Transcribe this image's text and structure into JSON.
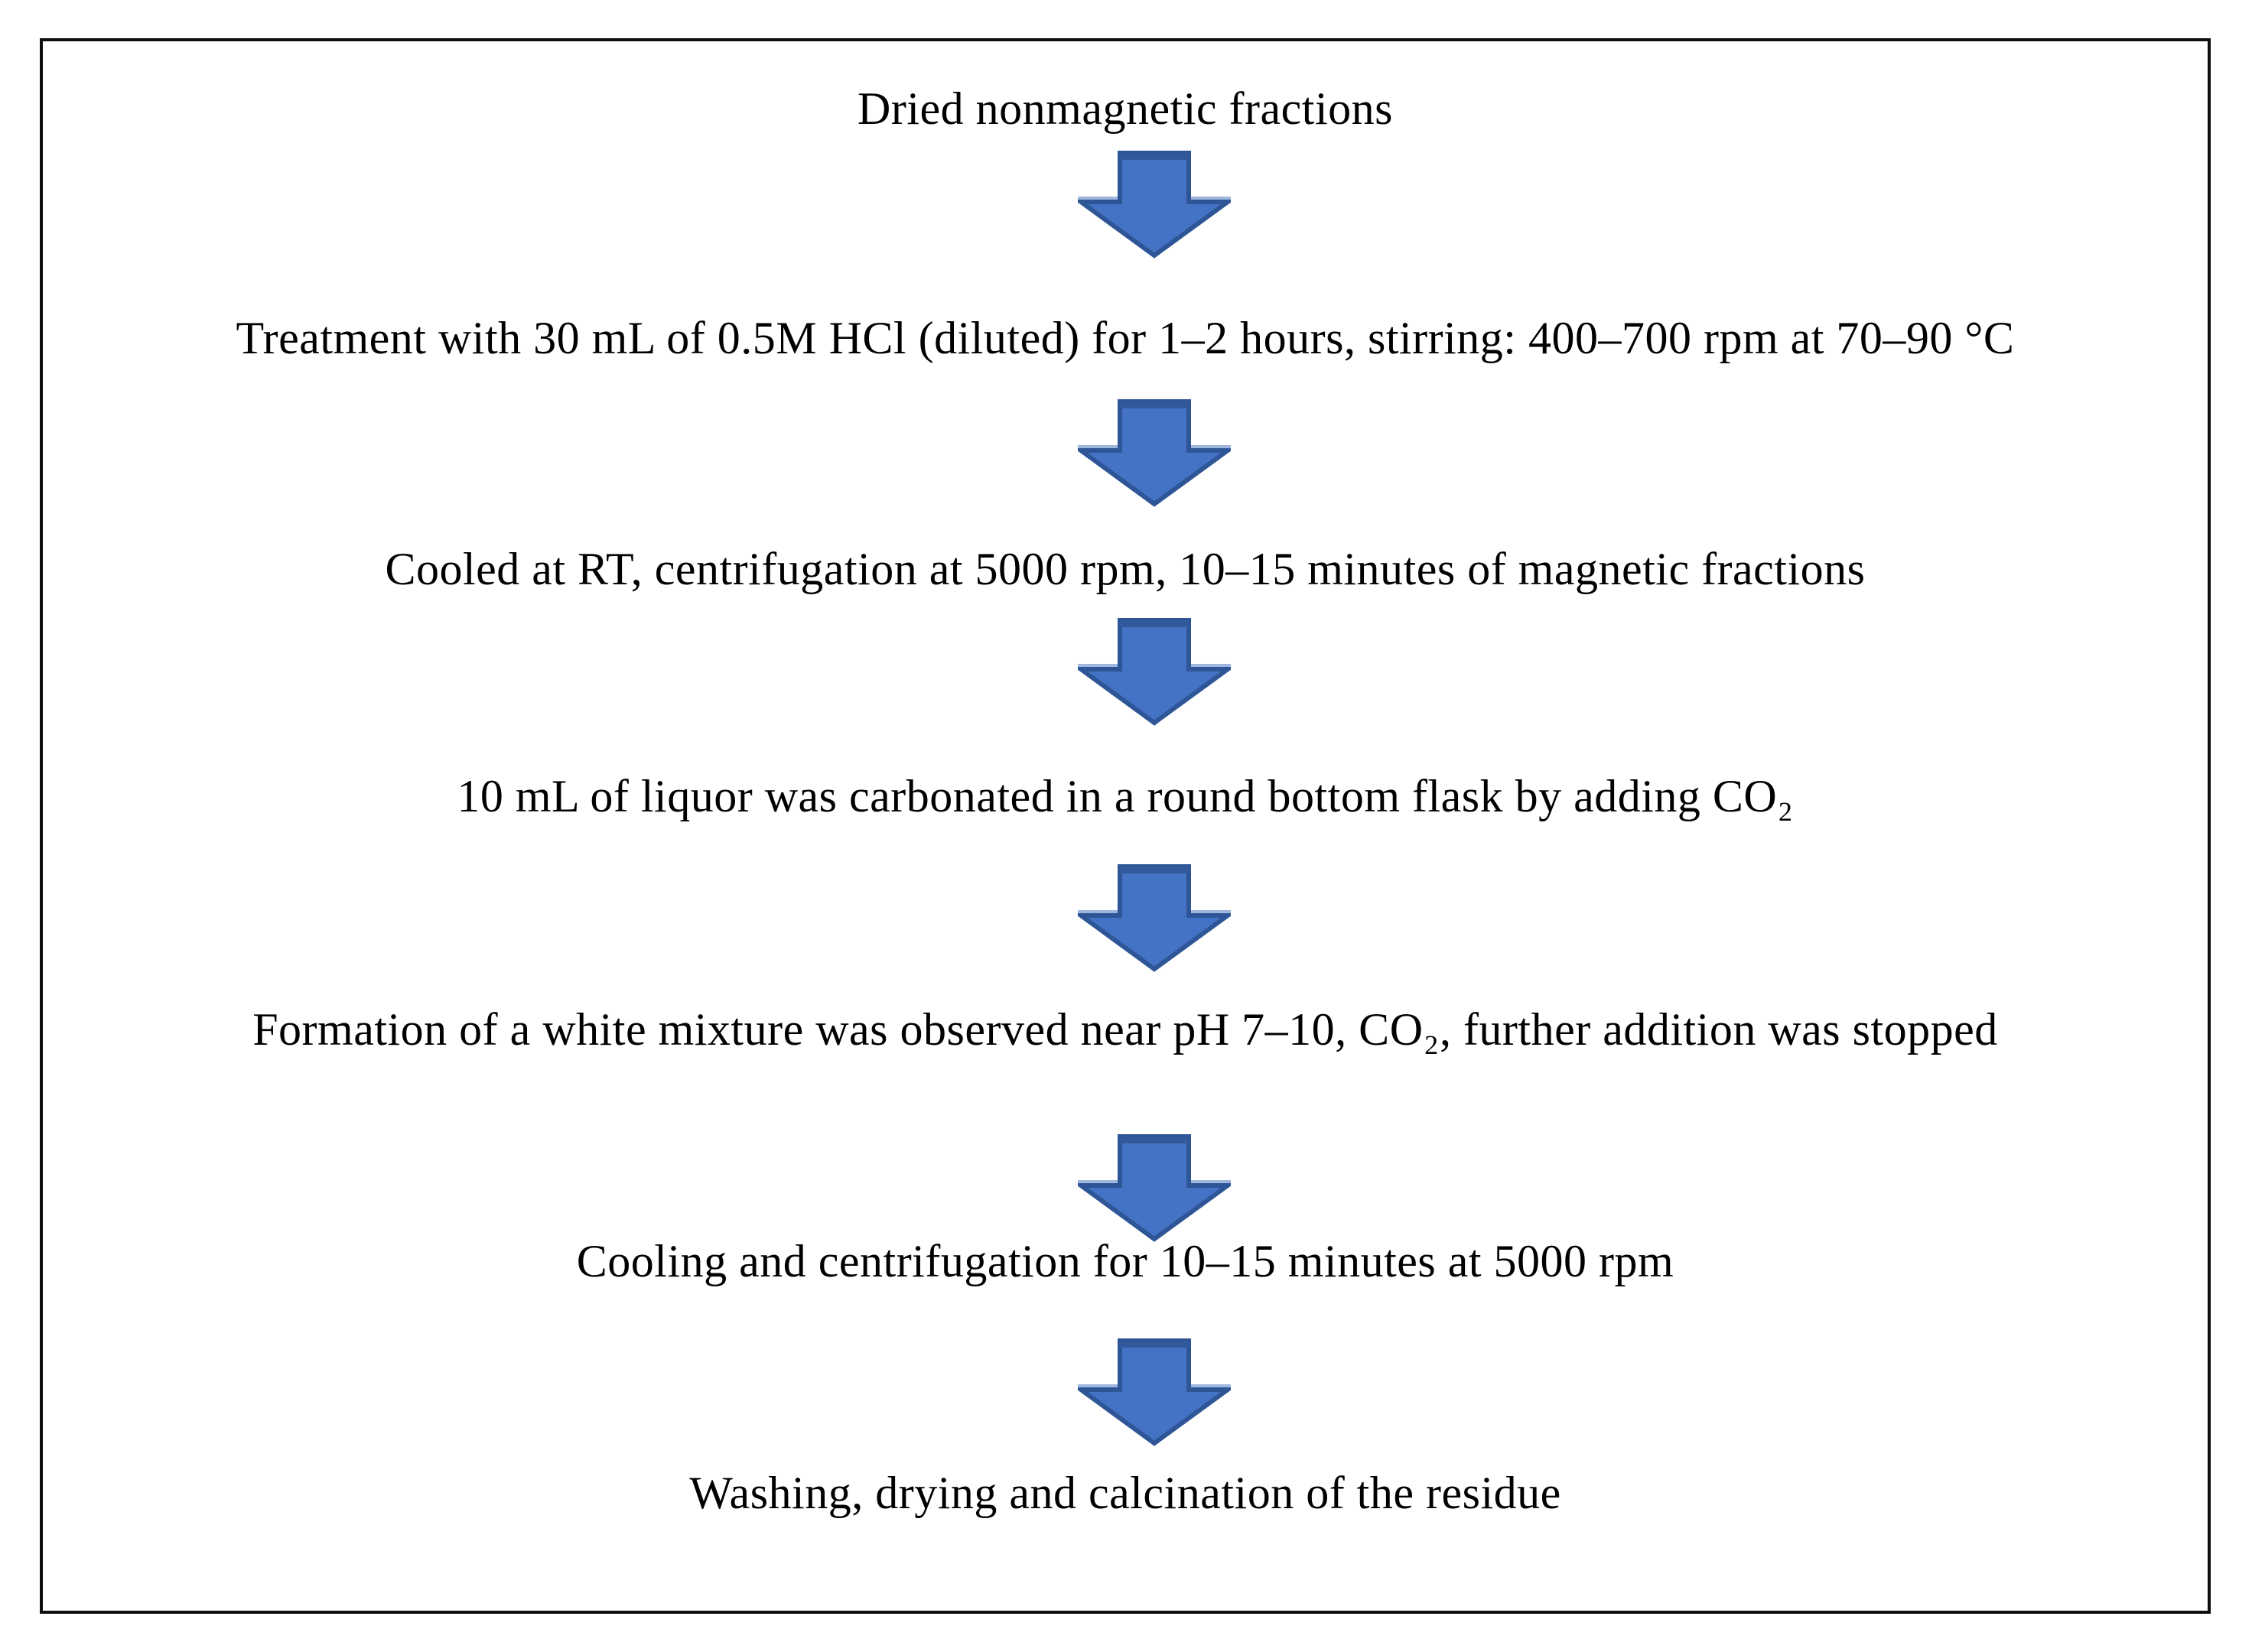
{
  "figure": {
    "background_color": "#ffffff",
    "frame_border_color": "#0d0d0d",
    "text_color": "#000000"
  },
  "arrow_style": {
    "name": "down-arrow",
    "fill": "#4472C4",
    "outline": "#2E5697",
    "highlight": "#9FB6DF",
    "count": 6
  },
  "flowchart": {
    "steps": [
      {
        "label": "Dried nonmagnetic fractions"
      },
      {
        "label": "Treatment with 30 mL of 0.5M HCl (diluted) for 1–2 hours, stirring: 400–700 rpm at 70–90 °C"
      },
      {
        "label": "Cooled at RT, centrifugation at 5000 rpm, 10–15 minutes of magnetic fractions"
      },
      {
        "label": "10 mL of liquor was carbonated in a round bottom flask by adding CO₂"
      },
      {
        "label": "Formation of a white mixture was observed near pH 7–10, CO₂, further addition was stopped"
      },
      {
        "label": "Cooling and centrifugation for 10–15 minutes at 5000 rpm"
      },
      {
        "label": "Washing, drying and calcination of the residue"
      }
    ]
  }
}
